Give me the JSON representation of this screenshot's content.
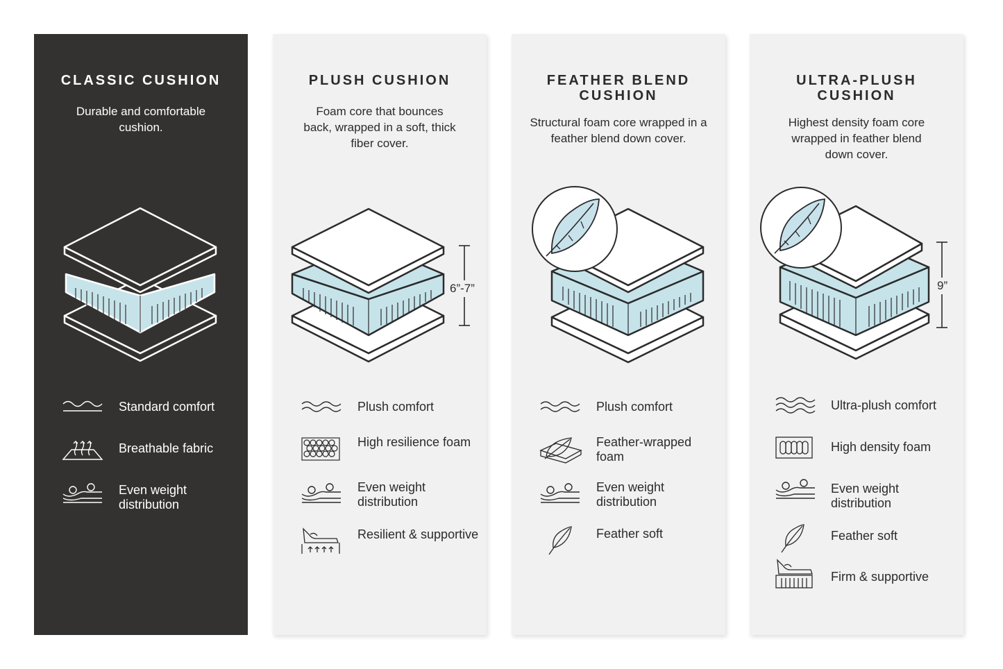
{
  "colors": {
    "dark_card": "#333231",
    "light_card": "#f1f1f1",
    "foam_blue": "#c6e3ea",
    "feather_blue": "#c8e2ec",
    "ink": "#2b2b2b"
  },
  "cards": [
    {
      "title_lines": [
        "CLASSIC CUSHION"
      ],
      "description": "Durable and comfortable cushion.",
      "features": [
        {
          "icon": "wave-comfort-icon",
          "label": "Standard comfort"
        },
        {
          "icon": "breathable-fabric-icon",
          "label": "Breathable fabric"
        },
        {
          "icon": "weight-distribution-icon",
          "label": "Even weight distribution"
        }
      ]
    },
    {
      "title_lines": [
        "PLUSH CUSHION"
      ],
      "description": "Foam core that bounces back, wrapped in a soft, thick fiber cover.",
      "measurement": "6”-7”",
      "features": [
        {
          "icon": "plush-wave-icon",
          "label": "Plush comfort"
        },
        {
          "icon": "honeycomb-foam-icon",
          "label": "High resilience foam"
        },
        {
          "icon": "weight-distribution-icon",
          "label": "Even weight distribution"
        },
        {
          "icon": "resilient-support-icon",
          "label": "Resilient & supportive"
        }
      ]
    },
    {
      "title_lines": [
        "FEATHER BLEND",
        "CUSHION"
      ],
      "description": "Structural foam core wrapped in a feather blend down cover.",
      "features": [
        {
          "icon": "plush-wave-icon",
          "label": "Plush comfort"
        },
        {
          "icon": "feather-wrapped-foam-icon",
          "label": "Feather-wrapped foam"
        },
        {
          "icon": "weight-distribution-icon",
          "label": "Even weight distribution"
        },
        {
          "icon": "feather-icon",
          "label": "Feather soft"
        }
      ]
    },
    {
      "title_lines": [
        "ULTRA-PLUSH",
        "CUSHION"
      ],
      "description": "Highest density foam core wrapped in feather blend down cover.",
      "measurement": "9”",
      "features": [
        {
          "icon": "ultra-plush-wave-icon",
          "label": "Ultra-plush comfort"
        },
        {
          "icon": "high-density-foam-icon",
          "label": "High density foam"
        },
        {
          "icon": "weight-distribution-icon",
          "label": "Even weight distribution"
        },
        {
          "icon": "feather-icon",
          "label": "Feather soft"
        },
        {
          "icon": "firm-support-icon",
          "label": "Firm & supportive"
        }
      ]
    }
  ]
}
